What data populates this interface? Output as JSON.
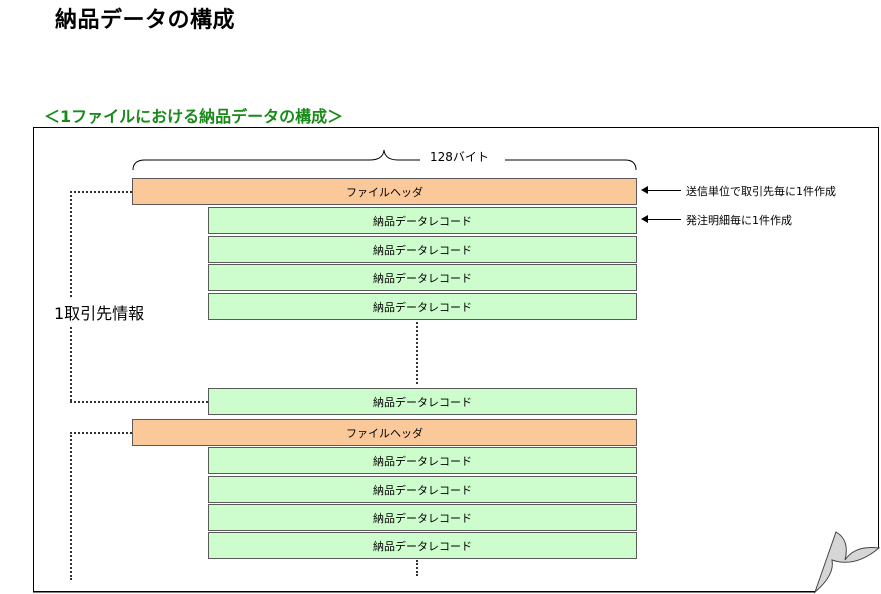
{
  "title": "納品データの構成",
  "section_title": "＜1ファイルにおける納品データの構成＞",
  "diagram": {
    "byte_width_label": "128バイト",
    "side_label": "1取引先情報",
    "file_header_label": "ファイルヘッダ",
    "record_label": "納品データレコード",
    "note_header": "送信単位で取引先毎に1件作成",
    "note_record": "発注明細毎に1件作成",
    "colors": {
      "header_fill": "#fbc89a",
      "record_fill": "#cdfccd",
      "section_title": "#1a8a1a"
    }
  }
}
